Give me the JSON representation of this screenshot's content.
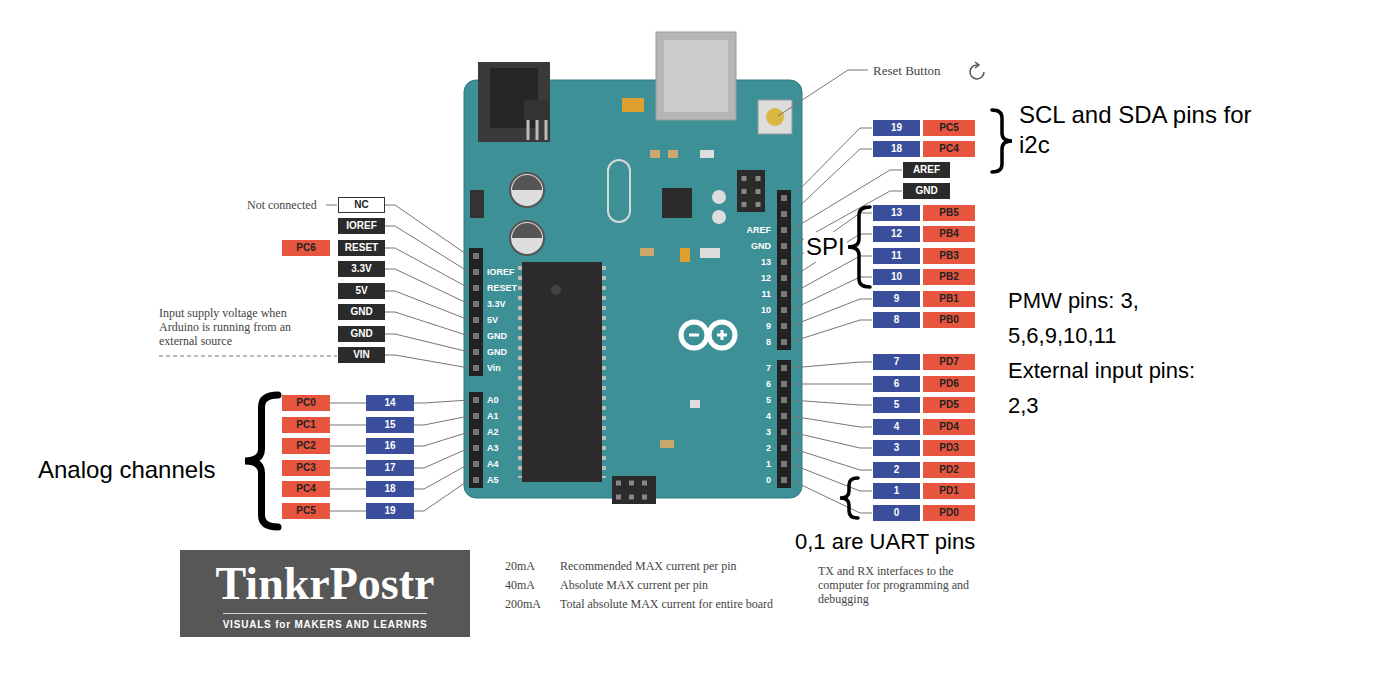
{
  "diagram": {
    "nodes": [
      {
        "text": [
          "NC"
        ]
      },
      {
        "text": [
          "IOREF"
        ]
      },
      {
        "text": [
          "PC6"
        ]
      },
      {
        "text": [
          "RESET"
        ]
      },
      {
        "text": [
          "3.3V"
        ]
      },
      {
        "text": [
          "5V"
        ]
      },
      {
        "text": [
          "GND"
        ]
      },
      {
        "text": [
          "GND"
        ]
      },
      {
        "text": [
          "VIN"
        ]
      },
      {
        "text": [
          "PC0"
        ]
      },
      {
        "text": [
          "14"
        ]
      },
      {
        "text": [
          "PC1"
        ]
      },
      {
        "text": [
          "15"
        ]
      },
      {
        "text": [
          "PC2"
        ]
      },
      {
        "text": [
          "16"
        ]
      },
      {
        "text": [
          "PC3"
        ]
      },
      {
        "text": [
          "17"
        ]
      },
      {
        "text": [
          "PC4"
        ]
      },
      {
        "text": [
          "18"
        ]
      },
      {
        "text": [
          "PC5"
        ]
      },
      {
        "text": [
          "19"
        ]
      },
      {
        "text": [
          "19"
        ]
      },
      {
        "text": [
          "PC5"
        ]
      },
      {
        "text": [
          "18"
        ]
      },
      {
        "text": [
          "PC4"
        ]
      },
      {
        "text": [
          "AREF"
        ]
      },
      {
        "text": [
          "GND"
        ]
      },
      {
        "text": [
          "13"
        ]
      },
      {
        "text": [
          "PB5"
        ]
      },
      {
        "text": [
          "12"
        ]
      },
      {
        "text": [
          "PB4"
        ]
      },
      {
        "text": [
          "11"
        ]
      },
      {
        "text": [
          "PB3"
        ]
      },
      {
        "text": [
          "10"
        ]
      },
      {
        "text": [
          "PB2"
        ]
      },
      {
        "text": [
          "9"
        ]
      },
      {
        "text": [
          "PB1"
        ]
      },
      {
        "text": [
          "8"
        ]
      },
      {
        "text": [
          "PB0"
        ]
      },
      {
        "text": [
          "7"
        ]
      },
      {
        "text": [
          "PD7"
        ]
      },
      {
        "text": [
          "6"
        ]
      },
      {
        "text": [
          "PD6"
        ]
      },
      {
        "text": [
          "5"
        ]
      },
      {
        "text": [
          "PD5"
        ]
      },
      {
        "text": [
          "4"
        ]
      },
      {
        "text": [
          "PD4"
        ]
      },
      {
        "text": [
          "3"
        ]
      },
      {
        "text": [
          "PD3"
        ]
      },
      {
        "text": [
          "2"
        ]
      },
      {
        "text": [
          "PD2"
        ]
      },
      {
        "text": [
          "1"
        ]
      },
      {
        "text": [
          "PD1"
        ]
      },
      {
        "text": [
          "0"
        ]
      },
      {
        "text": [
          "PD0"
        ]
      },
      {
        "text": [
          "TinkrPostr",
          "VISUALS for MAKERS AND LEARNRS"
        ]
      }
    ],
    "edges": [
      {
        "from": 9,
        "to": 10,
        "arrow": "none"
      },
      {
        "from": 11,
        "to": 12,
        "arrow": "none"
      },
      {
        "from": 13,
        "to": 14,
        "arrow": "none"
      },
      {
        "from": 15,
        "to": 16,
        "arrow": "none"
      },
      {
        "from": 17,
        "to": 18,
        "arrow": "none"
      },
      {
        "from": 19,
        "to": 20,
        "arrow": "none"
      }
    ],
    "labels": [
      "Not connected",
      "Input supply voltage when Arduino is running from an external source",
      "IOREF",
      "RESET",
      "3.3V",
      "5V",
      "GND",
      "GND",
      "Vin",
      "A0",
      "A1",
      "A2",
      "A3",
      "A4",
      "A5",
      "AREF",
      "GND",
      "13",
      "12",
      "11",
      "10",
      "9",
      "8",
      "7",
      "6",
      "5",
      "4",
      "3",
      "2",
      "1",
      "0",
      "Reset Button",
      "SCL and SDA pins for i2c",
      "SPI",
      "PMW pins: 3, 5,6,9,10,11",
      "External input pins: 2,3",
      "Analog channels",
      "0,1 are UART pins",
      "20mA",
      "Recommended MAX current per pin",
      "40mA",
      "Absolute MAX current per pin",
      "200mA",
      "Total absolute MAX current for entire board",
      "TX and RX interfaces to the computer for programming and debugging"
    ]
  }
}
